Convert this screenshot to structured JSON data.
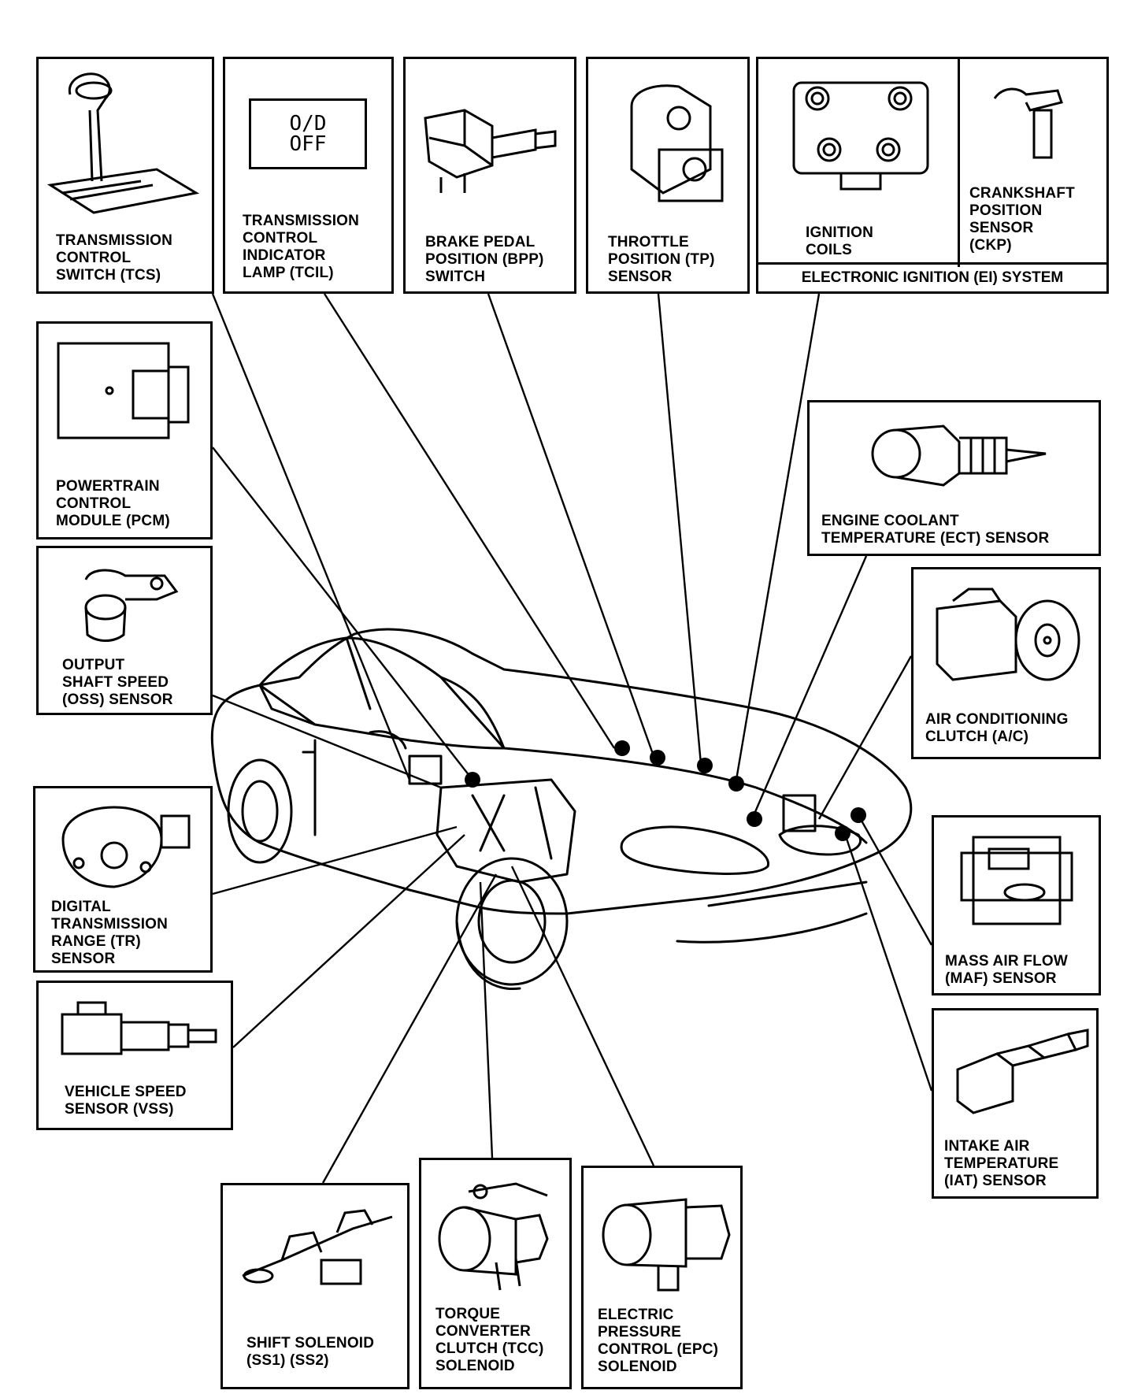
{
  "components": {
    "tcs": "TRANSMISSION\nCONTROL\nSWITCH (TCS)",
    "tcil": "TRANSMISSION\nCONTROL\nINDICATOR\nLAMP (TCIL)",
    "tcil_lamp": "O/D\nOFF",
    "bpp": "BRAKE PEDAL\nPOSITION (BPP)\nSWITCH",
    "tp": "THROTTLE\nPOSITION (TP)\nSENSOR",
    "ignition_coils": "IGNITION\nCOILS",
    "ckp": "CRANKSHAFT\nPOSITION\nSENSOR\n(CKP)",
    "ei_system": "ELECTRONIC IGNITION (EI) SYSTEM",
    "pcm": "POWERTRAIN\nCONTROL\nMODULE (PCM)",
    "ect": "ENGINE COOLANT\nTEMPERATURE (ECT) SENSOR",
    "oss": "OUTPUT\nSHAFT SPEED\n(OSS) SENSOR",
    "ac": "AIR CONDITIONING\nCLUTCH (A/C)",
    "tr": "DIGITAL\nTRANSMISSION\nRANGE (TR)\nSENSOR",
    "maf": "MASS AIR FLOW\n(MAF) SENSOR",
    "vss": "VEHICLE SPEED\nSENSOR (VSS)",
    "iat": "INTAKE AIR\nTEMPERATURE\n(IAT) SENSOR",
    "ss": "SHIFT SOLENOID\n(SS1) (SS2)",
    "tcc": "TORQUE\nCONVERTER\nCLUTCH (TCC)\nSOLENOID",
    "epc": "ELECTRIC\nPRESSURE\nCONTROL (EPC)\nSOLENOID"
  },
  "icons": {
    "tcs": "gear-shifter-icon",
    "bpp": "brake-switch-icon",
    "tp": "throttle-sensor-icon",
    "coils": "ignition-coil-pack-icon",
    "ckp": "crank-sensor-icon",
    "pcm": "control-module-icon",
    "ect": "coolant-sensor-icon",
    "oss": "speed-sensor-icon",
    "ac": "compressor-clutch-icon",
    "tr": "range-sensor-icon",
    "maf": "maf-sensor-icon",
    "vss": "vehicle-speed-sensor-icon",
    "iat": "air-temp-sensor-icon",
    "ss": "shift-solenoid-icon",
    "tcc": "tcc-solenoid-icon",
    "epc": "epc-solenoid-icon",
    "car": "car-outline-icon"
  },
  "colors": {
    "ink": "#000000",
    "paper": "#ffffff"
  }
}
